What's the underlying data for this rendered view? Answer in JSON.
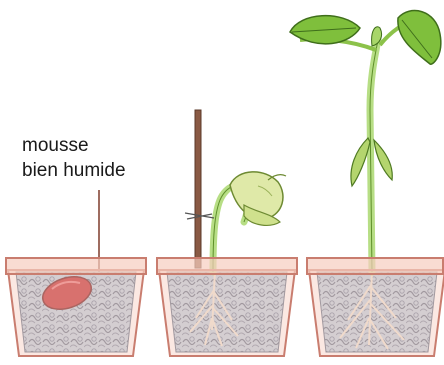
{
  "label": {
    "line1": "mousse",
    "line2": "bien humide"
  },
  "colors": {
    "pot_fill": "#f6cbbf",
    "pot_stroke": "#c97d6f",
    "moss": "#a8c2d6",
    "moss_stroke": "#5c6f86",
    "bean": "#c0272d",
    "stem": "#9fcf62",
    "leaf": "#7fbf3c",
    "stake": "#8a5a44",
    "roots": "#e8e2d2"
  },
  "pots": [
    {
      "name": "pot-seed"
    },
    {
      "name": "pot-seedling"
    },
    {
      "name": "pot-plant"
    }
  ]
}
